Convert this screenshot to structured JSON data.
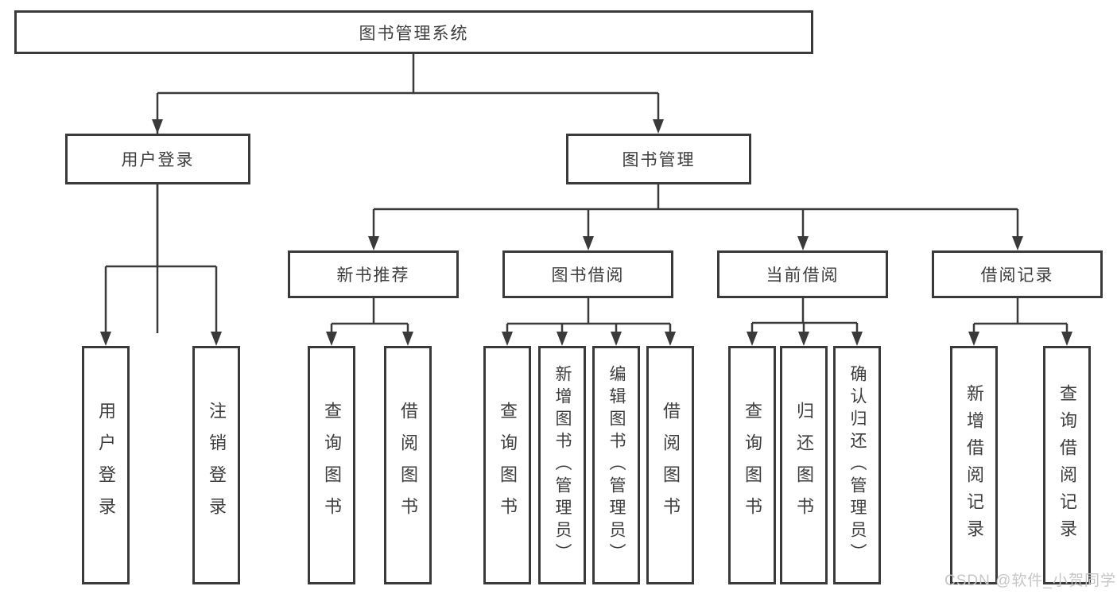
{
  "colors": {
    "line": "#3a3a3a",
    "box_border": "#3a3a3a",
    "text": "#3d3d3d",
    "watermark_text": "#c6c6c6",
    "background": "#ffffff"
  },
  "diagram": {
    "root": {
      "label": "图书管理系统"
    },
    "level2": [
      {
        "label": "用户登录"
      },
      {
        "label": "图书管理"
      }
    ],
    "level3": [
      {
        "label": "新书推荐",
        "parent": "图书管理"
      },
      {
        "label": "图书借阅",
        "parent": "图书管理"
      },
      {
        "label": "当前借阅",
        "parent": "图书管理"
      },
      {
        "label": "借阅记录",
        "parent": "图书管理"
      }
    ],
    "leaves": [
      {
        "label": "用户登录",
        "parent": "用户登录"
      },
      {
        "label": "注销登录",
        "parent": "用户登录"
      },
      {
        "label": "查询图书",
        "parent": "新书推荐"
      },
      {
        "label": "借阅图书",
        "parent": "新书推荐"
      },
      {
        "label": "查询图书",
        "parent": "图书借阅"
      },
      {
        "label": "新增图书（管理员）",
        "parent": "图书借阅"
      },
      {
        "label": "编辑图书（管理员）",
        "parent": "图书借阅"
      },
      {
        "label": "借阅图书",
        "parent": "图书借阅"
      },
      {
        "label": "查询图书",
        "parent": "当前借阅"
      },
      {
        "label": "归还图书",
        "parent": "当前借阅"
      },
      {
        "label": "确认归还（管理员）",
        "parent": "当前借阅"
      },
      {
        "label": "新增借阅记录",
        "parent": "借阅记录"
      },
      {
        "label": "查询借阅记录",
        "parent": "借阅记录"
      }
    ]
  },
  "watermark": {
    "text": "CSDN @软件_小贺同学"
  }
}
